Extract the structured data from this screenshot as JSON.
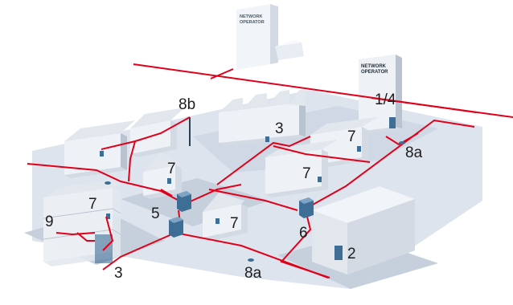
{
  "operators": {
    "top": {
      "line1": "NETWORK",
      "line2": "OPERATOR"
    },
    "right": {
      "line1": "NETWORK",
      "line2": "OPERATOR"
    }
  },
  "labels": {
    "l_8b": "8b",
    "l_3_factory": "3",
    "l_1_4": "1/4",
    "l_7_right_upper": "7",
    "l_8a_right": "8a",
    "l_7_right_lower": "7",
    "l_7_center": "7",
    "l_7_left_building": "7",
    "l_9": "9",
    "l_5": "5",
    "l_7_small_house": "7",
    "l_6": "6",
    "l_2": "2",
    "l_3_bottom": "3",
    "l_8a_bottom": "8a"
  },
  "colors": {
    "cable": "#e0001a",
    "ground": "#dde4ee",
    "lot": "#b4c0cf",
    "wall_light": "#f1f4f8",
    "wall_mid": "#d3dae4",
    "wall_dark": "#b9c3d0",
    "device": "#3e6d95"
  }
}
